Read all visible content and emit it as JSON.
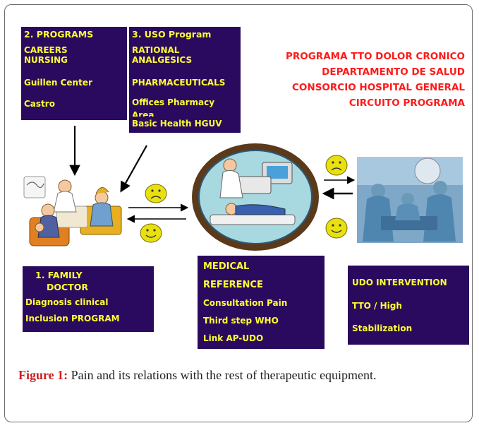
{
  "boxes": {
    "programs": {
      "title": "2. PROGRAMS",
      "lines": [
        "CAREERS",
        "NURSING",
        "Guillen Center",
        "Castro"
      ]
    },
    "uso": {
      "title": "3. USO Program",
      "lines": [
        "RATIONAL",
        "ANALGESICS",
        "PHARMACEUTICALS",
        "Offices Pharmacy",
        "Area",
        "Basic Health HGUV"
      ]
    },
    "family": {
      "title_a": "1. FAMILY",
      "title_b": "DOCTOR",
      "lines": [
        "Diagnosis clinical",
        "Inclusion PROGRAM"
      ]
    },
    "medical": {
      "lines": [
        "MEDICAL",
        "REFERENCE",
        "Consultation Pain",
        "Third step WHO",
        "Link AP-UDO"
      ]
    },
    "udo": {
      "lines": [
        "UDO INTERVENTION",
        "TTO / High",
        "Stabilization"
      ]
    }
  },
  "spanish_title": [
    "PROGRAMA  TTO DOLOR CRONICO",
    "DEPARTAMENTO  DE SALUD",
    "CONSORCIO  HOSPITAL GENERAL",
    "CIRCUITO PROGRAMA"
  ],
  "caption": {
    "label": "Figure 1:",
    "text": " Pain and its relations with the rest of therapeutic equipment."
  },
  "colors": {
    "box_bg": "#2a0a5e",
    "box_text": "#ffff33",
    "title_red": "#ff1a1a",
    "face": "#e8e010",
    "caption_label": "#cc1f1f"
  }
}
